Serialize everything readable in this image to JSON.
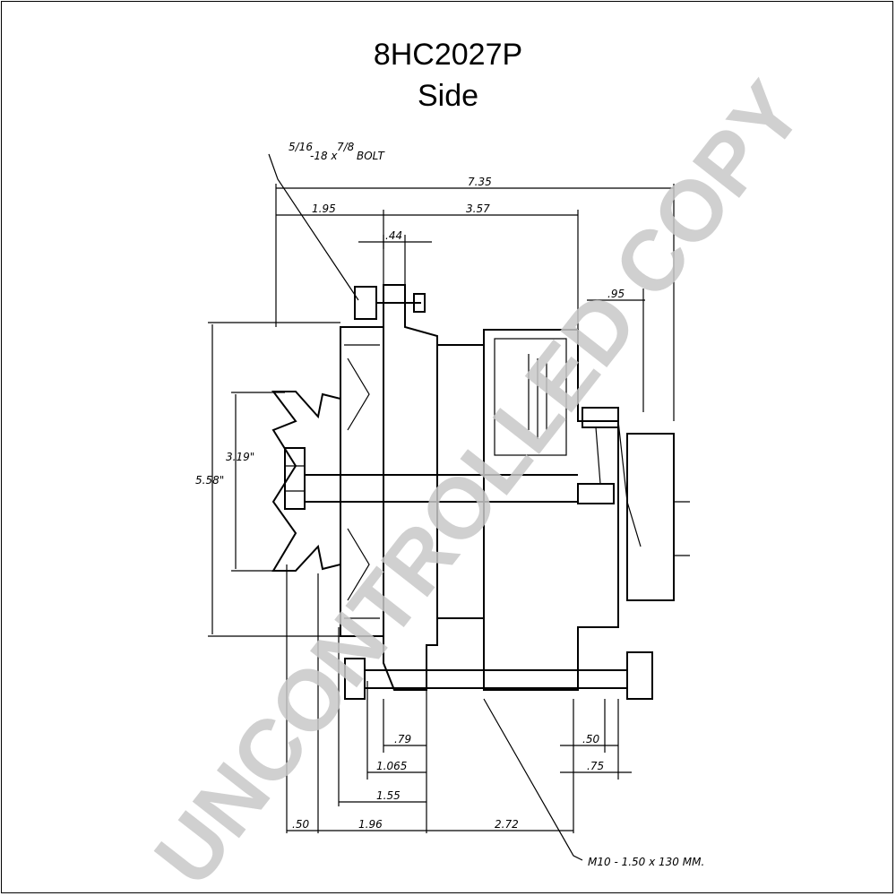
{
  "header": {
    "part_number": "8HC2027P",
    "view": "Side"
  },
  "watermark": "UNCONTROLLED COPY",
  "dimensions": {
    "bolt_note_fraction_1": "5/16",
    "bolt_note_rest": "-18 x",
    "bolt_note_fraction_2": "7/8",
    "bolt_note_word": "BOLT",
    "overall_length": "7.35",
    "front_to_mount": "1.95",
    "mount_to_rear": "3.57",
    "flange_thickness": ".44",
    "top_rear_offset": ".95",
    "pulley_outer_dia": "3.19\"",
    "fan_outer_dia": "5.58\"",
    "bottom_079": ".79",
    "bottom_1065": "1.065",
    "bottom_155": "1.55",
    "bottom_050_front": ".50",
    "bottom_196": "1.96",
    "bottom_272": "2.72",
    "bottom_050_rear": ".50",
    "bottom_075": ".75",
    "stud_spec": "M10 - 1.50 x 130 MM."
  },
  "colors": {
    "ink": "#000000",
    "watermark": "#c8c8c8",
    "background": "#ffffff"
  }
}
